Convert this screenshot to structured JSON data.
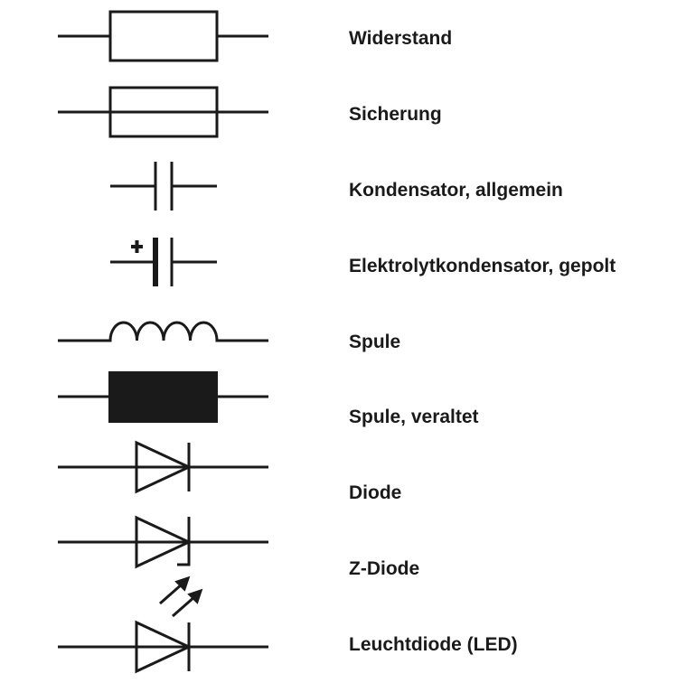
{
  "symbols": [
    {
      "icon": "resistor-icon",
      "label": "Widerstand"
    },
    {
      "icon": "fuse-icon",
      "label": "Sicherung"
    },
    {
      "icon": "capacitor-icon",
      "label": "Kondensator, allgemein"
    },
    {
      "icon": "electrolytic-capacitor-icon",
      "label": "Elektrolytkondensator, gepolt"
    },
    {
      "icon": "inductor-icon",
      "label": "Spule"
    },
    {
      "icon": "inductor-obsolete-icon",
      "label": "Spule, veraltet"
    },
    {
      "icon": "diode-icon",
      "label": "Diode"
    },
    {
      "icon": "zener-diode-icon",
      "label": "Z-Diode"
    },
    {
      "icon": "led-icon",
      "label": "Leuchtdiode (LED)"
    }
  ],
  "colors": {
    "stroke": "#1a1a1a",
    "text": "#1a1a1a"
  }
}
